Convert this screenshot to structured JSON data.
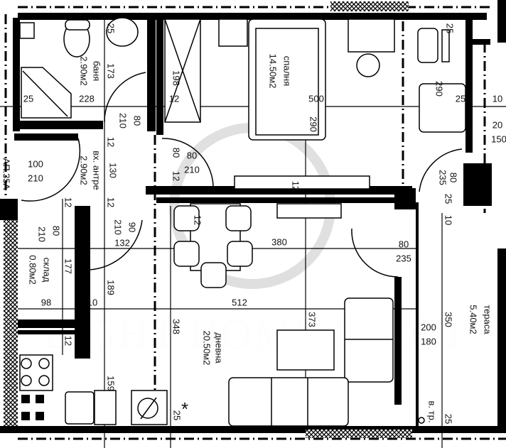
{
  "plan": {
    "watermark": "LIGHT HOME IMOTI",
    "apartment_tag": "АП.35А",
    "rooms": {
      "bath": {
        "name": "баня",
        "area": "2.90м2"
      },
      "hall": {
        "name": "вх. антре",
        "area": "2.90м2"
      },
      "bedroom": {
        "name": "спалня",
        "area": "14.50м2"
      },
      "storage": {
        "name": "склад",
        "area": "0.80м2"
      },
      "living": {
        "name": "дневна",
        "area": "20.50м2"
      },
      "terrace": {
        "name": "тераса",
        "area": "5.40м2"
      },
      "riser": {
        "name": "в. тр."
      }
    },
    "dimensions": [
      "25",
      "173",
      "25",
      "228",
      "80",
      "210",
      "12",
      "130",
      "100",
      "210",
      "12",
      "12",
      "198",
      "12",
      "500",
      "290",
      "80",
      "210",
      "80",
      "12",
      "12",
      "290",
      "25",
      "25",
      "10",
      "20",
      "150",
      "235",
      "80",
      "25",
      "10",
      "12",
      "210",
      "80",
      "210",
      "90",
      "132",
      "177",
      "189",
      "98",
      "10",
      "512",
      "12",
      "348",
      "159",
      "25",
      "380",
      "80",
      "235",
      "373",
      "200",
      "180",
      "350",
      "25"
    ]
  }
}
